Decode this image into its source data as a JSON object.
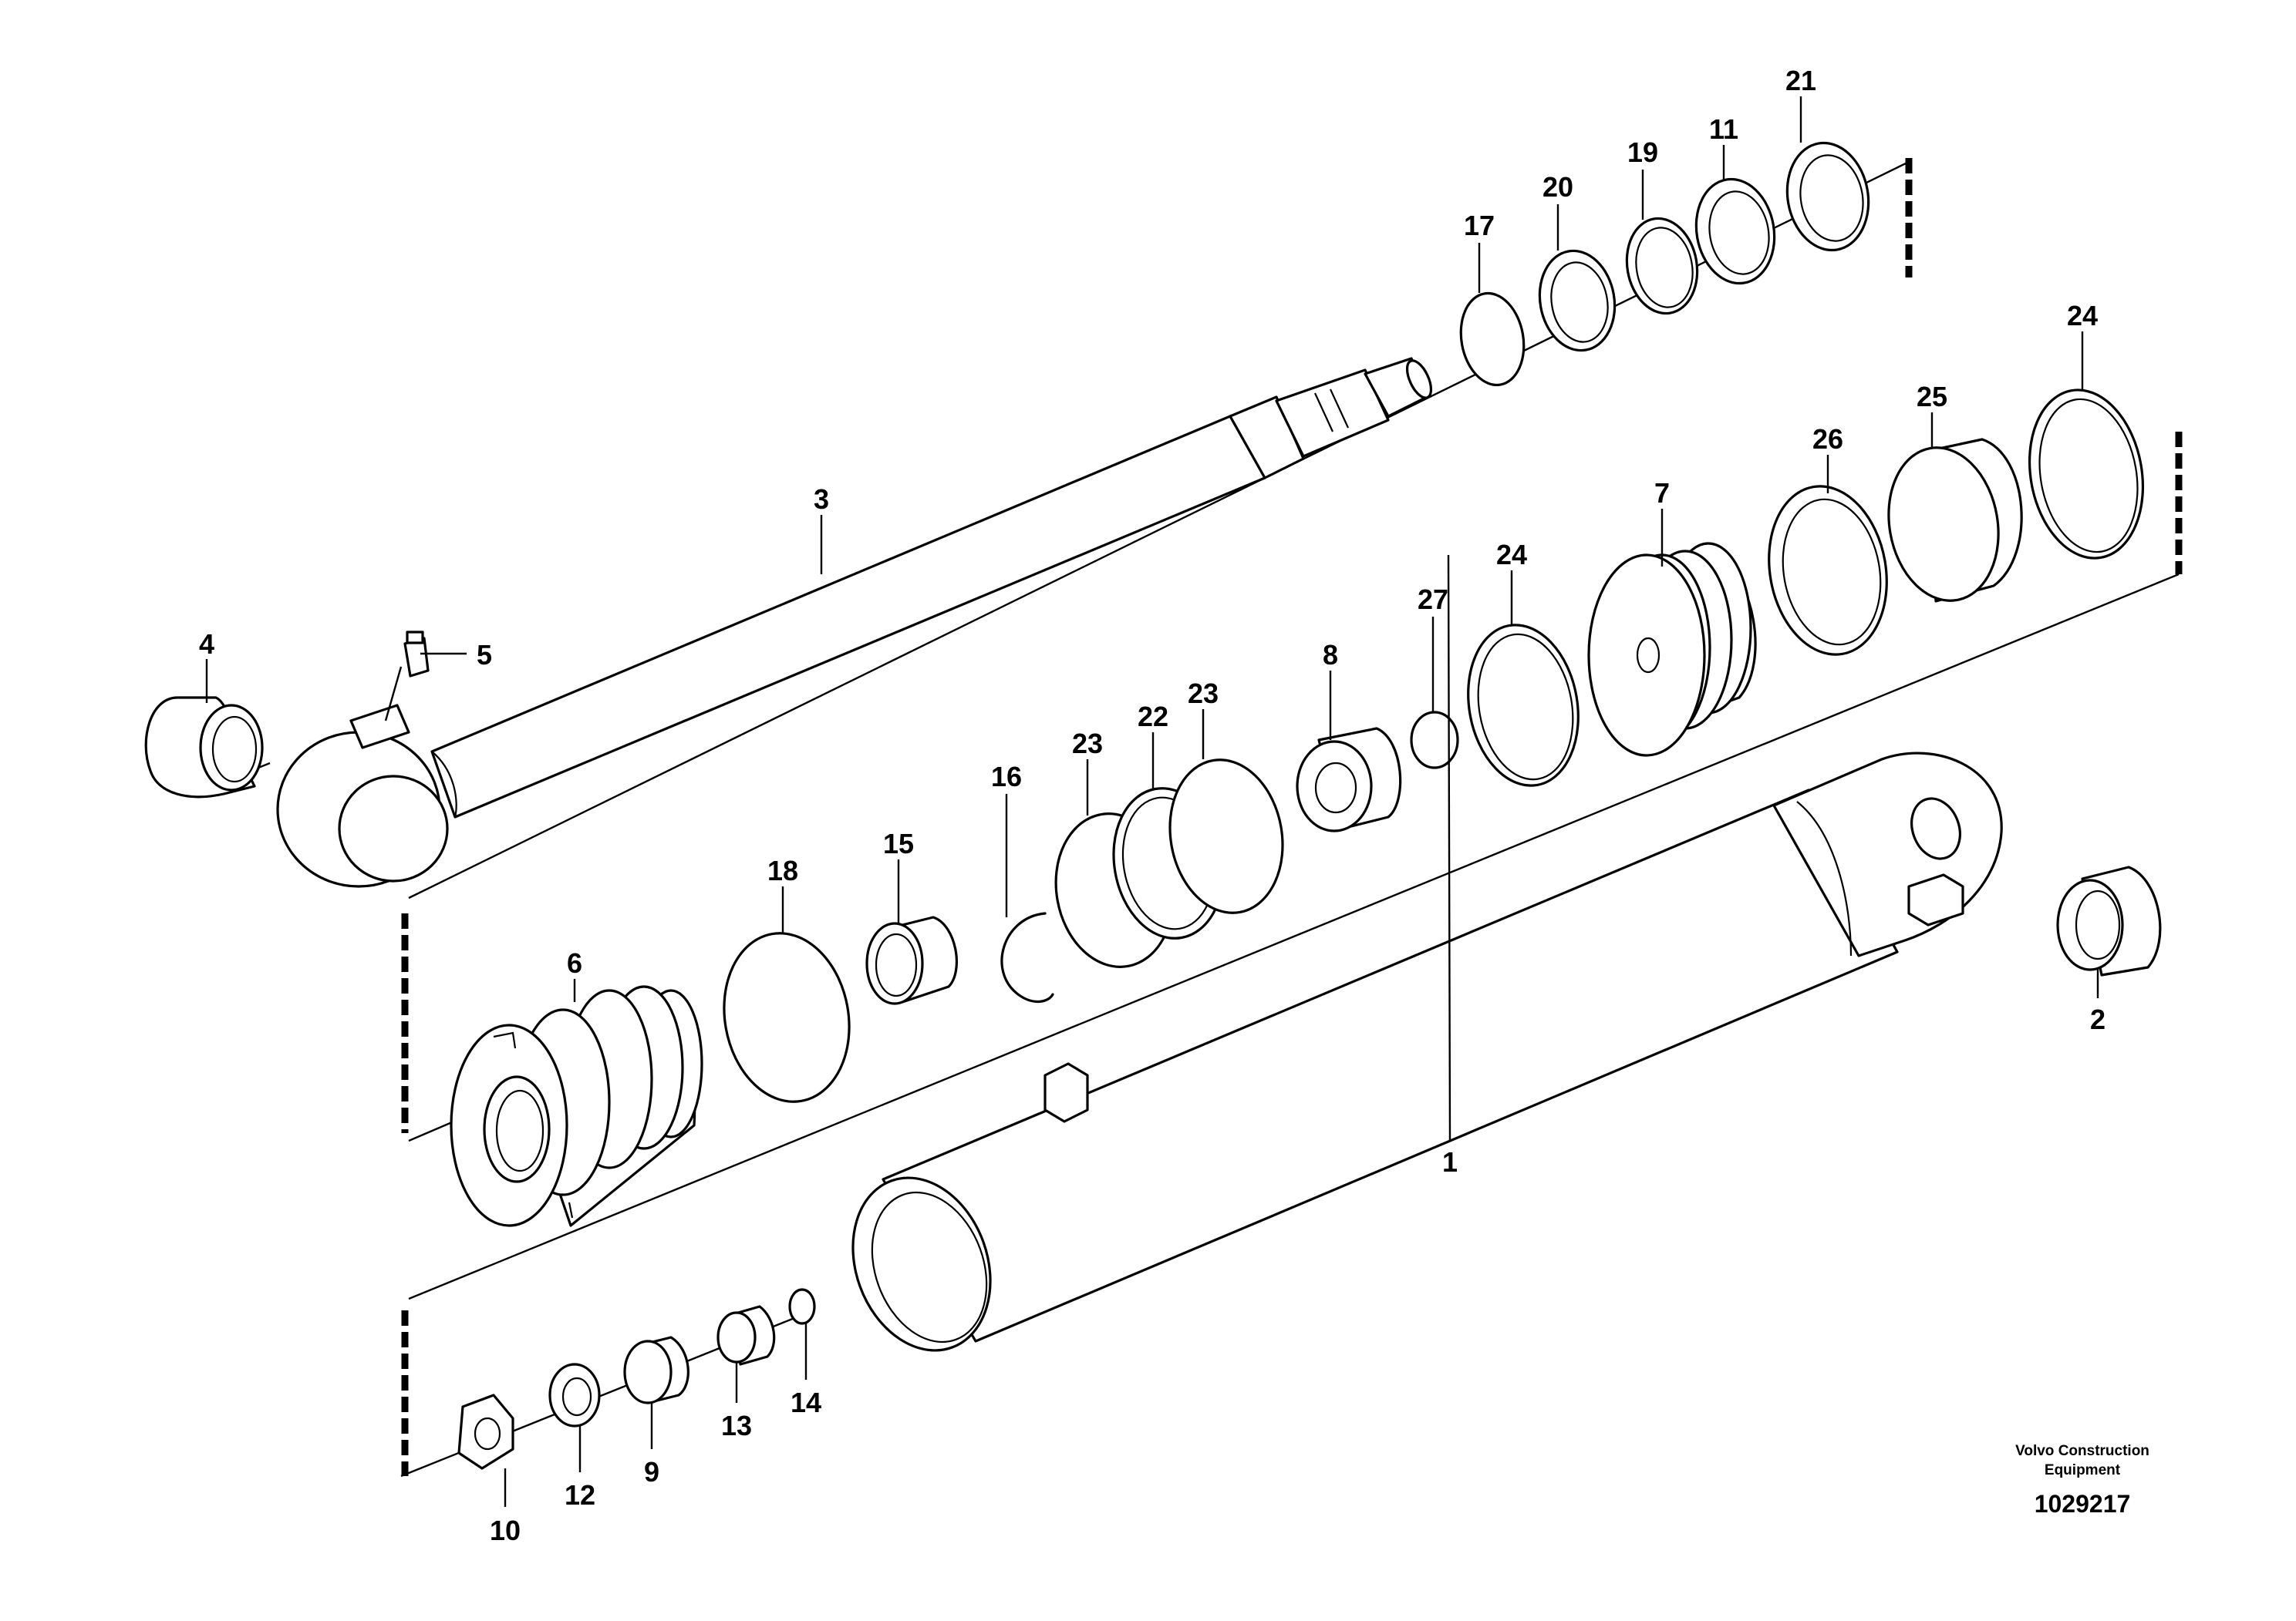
{
  "callouts": {
    "c1": "1",
    "c2": "2",
    "c3": "3",
    "c4": "4",
    "c5": "5",
    "c6": "6",
    "c7": "7",
    "c8": "8",
    "c9": "9",
    "c10": "10",
    "c11": "11",
    "c12": "12",
    "c13": "13",
    "c14": "14",
    "c15": "15",
    "c16": "16",
    "c17": "17",
    "c18": "18",
    "c19": "19",
    "c20": "20",
    "c21": "21",
    "c22": "22",
    "c23a": "23",
    "c23b": "23",
    "c24a": "24",
    "c24b": "24",
    "c25": "25",
    "c26": "26",
    "c27": "27"
  },
  "footer": {
    "brand_line1": "Volvo Construction",
    "brand_line2": "Equipment",
    "reference": "1029217"
  }
}
